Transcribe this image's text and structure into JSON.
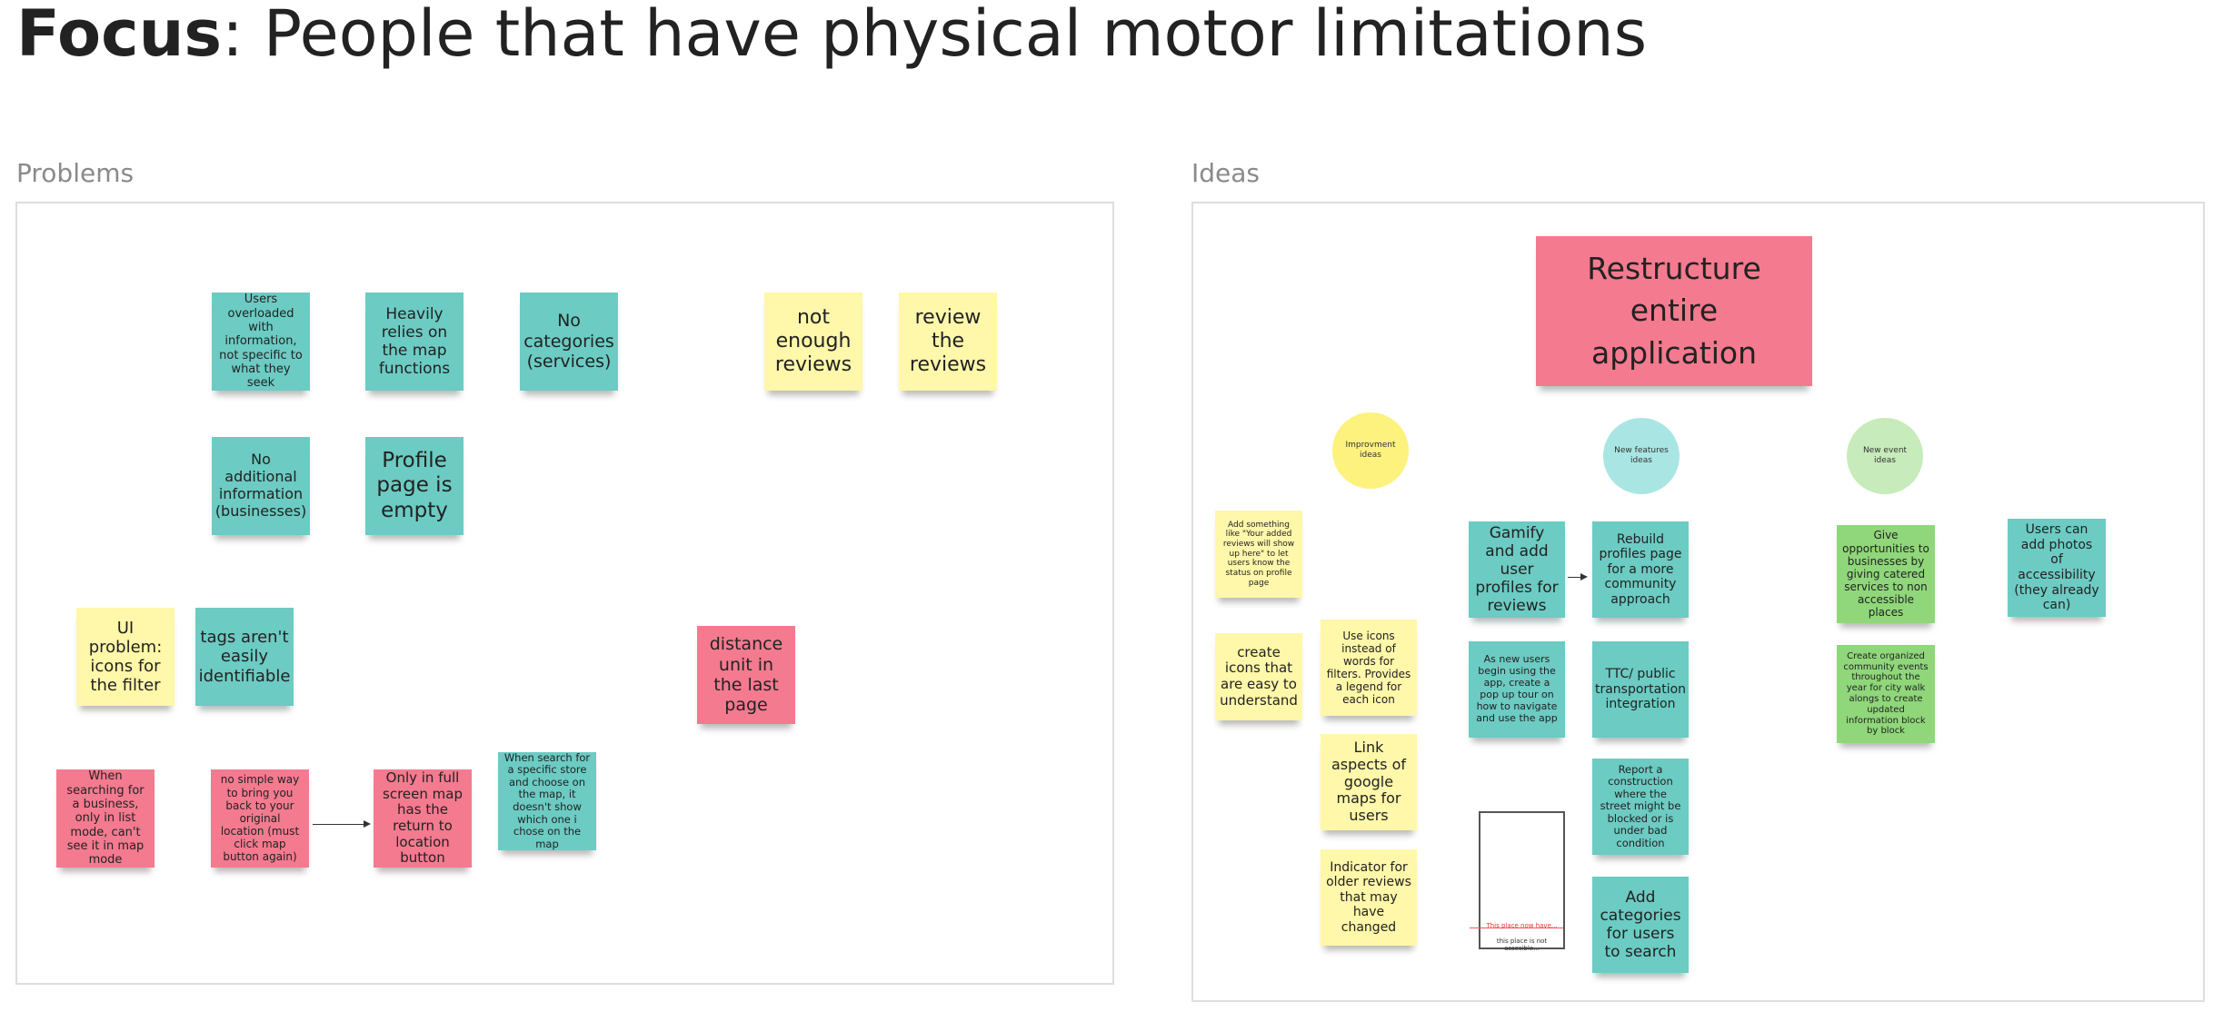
{
  "header": {
    "title_bold": "Focus",
    "title_rest": ": People that have physical motor limitations"
  },
  "problems": {
    "label": "Problems",
    "notes": [
      "Users overloaded with information, not specific to what they seek",
      "Heavily relies on the map functions",
      "No categories (services)",
      "not enough reviews",
      "review the reviews",
      "No additional information (businesses)",
      "Profile page is empty",
      "UI problem: icons for the filter",
      "tags aren't easily identifiable",
      "distance unit in the last page",
      "When searching for a business, only in list mode, can't see it in map mode",
      "no simple way to bring you back to your original location (must click map button again)",
      "Only in full screen map has the return to location button",
      "When search for a specific store and choose on the map, it doesn't show which one i chose on the map"
    ]
  },
  "ideas": {
    "label": "Ideas",
    "main": "Restructure entire application",
    "circles": [
      "Improvment ideas",
      "New features ideas",
      "New event ideas"
    ],
    "notes": [
      "Add something like \"Your added reviews will show up here\" to let users know the status on profile page",
      "create icons that are easy to understand",
      "Use icons instead of words for filters. Provides a legend for each icon",
      "Link aspects of google maps for users",
      "Indicator for older reviews that may have changed",
      "Gamify and add user profiles for reviews",
      "Rebuild profiles page for a more community approach",
      "As new users begin using the app, create a pop up tour on how to navigate and use the app",
      "TTC/ public transportation integration",
      "Report a construction where the street might be blocked or is under bad condition",
      "Add categories for users to search",
      "Give opportunities to businesses by giving catered services to non accessible places",
      "Create organized community events throughout the year for city walk alongs to create updated information block by block",
      "Users can add photos of accessibility (they already can)"
    ],
    "card_red": "This place now have...",
    "card_black": "this place is not assesible..."
  },
  "colors": {
    "teal": "#6ccbc3",
    "yellow": "#fff7a9",
    "pink": "#f47a8f",
    "green": "#8fd77a"
  }
}
